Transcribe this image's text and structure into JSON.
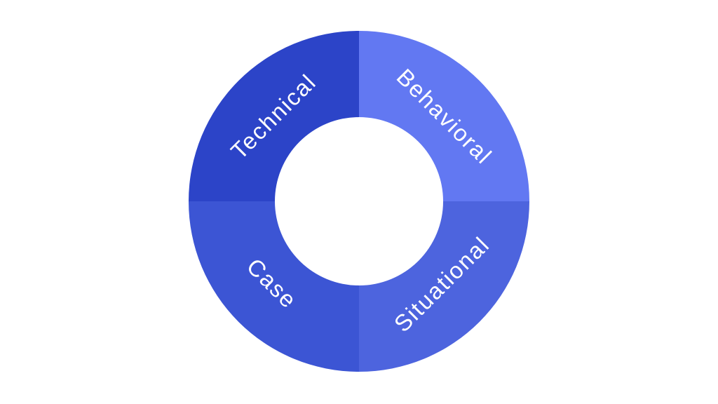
{
  "chart_data": {
    "type": "pie",
    "subtype": "donut",
    "title": "",
    "legend": "none",
    "background_color": "#ffffff",
    "label_color": "#ffffff",
    "segments": [
      {
        "label": "Technical",
        "value": 25,
        "color": "#2c44c8",
        "position": "top-left"
      },
      {
        "label": "Behavioral",
        "value": 25,
        "color": "#6278f2",
        "position": "top-right"
      },
      {
        "label": "Situational",
        "value": 25,
        "color": "#4d64de",
        "position": "bottom-right"
      },
      {
        "label": "Case",
        "value": 25,
        "color": "#3c55d4",
        "position": "bottom-left"
      }
    ]
  }
}
